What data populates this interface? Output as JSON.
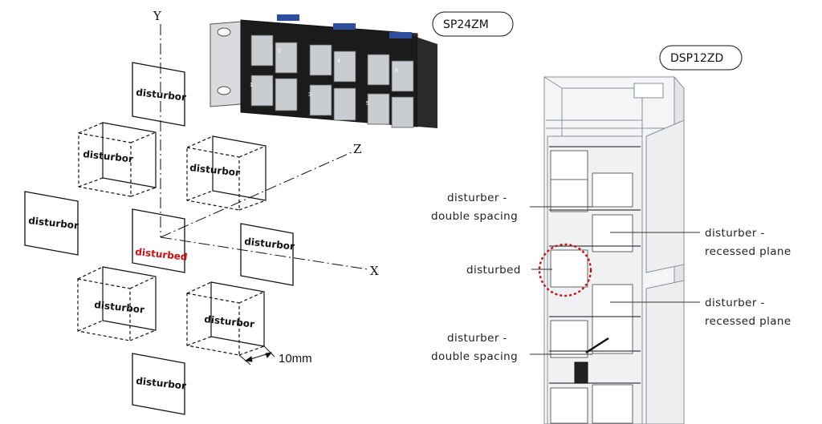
{
  "axes": {
    "x": "X",
    "y": "Y",
    "z": "Z"
  },
  "left_diagram": {
    "squares": {
      "top": "disturbor",
      "left": "disturbor",
      "right": "disturbor",
      "bottom": "disturbor",
      "center": "disturbed"
    },
    "cubes": {
      "upper_left": "disturbor",
      "upper_right": "disturbor",
      "lower_left": "disturbor",
      "lower_right": "disturbor"
    },
    "dimension": "10mm",
    "center_color": "#cc1010"
  },
  "product_labels": {
    "panel": "SP24ZM",
    "module": "DSP12ZD"
  },
  "panel_port_numbers": [
    "1",
    "2",
    "3",
    "4",
    "5",
    "6"
  ],
  "callouts": {
    "left_1": [
      "disturber -",
      "double spacing"
    ],
    "left_2": "disturbed",
    "left_3": [
      "disturber -",
      "double spacing"
    ],
    "right_1": [
      "disturber -",
      "recessed plane"
    ],
    "right_2": [
      "disturber -",
      "recessed plane"
    ]
  }
}
